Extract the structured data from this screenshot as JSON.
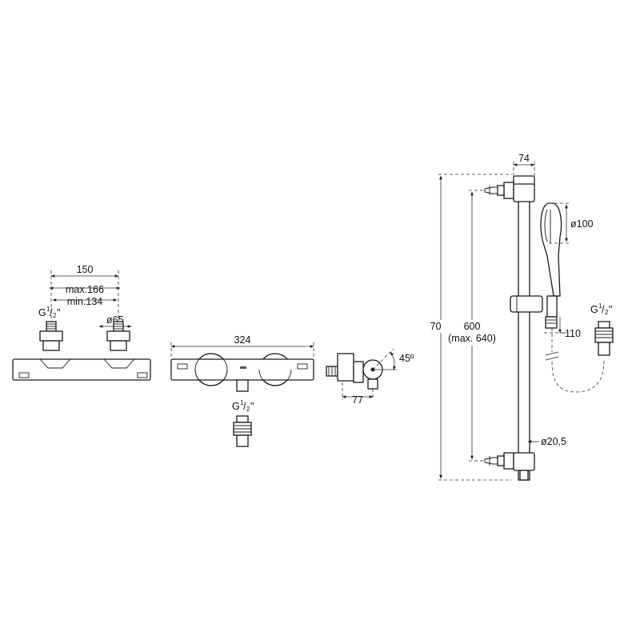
{
  "labels": {
    "mixer_spacing": "150",
    "mixer_spacing_max": "max.166",
    "mixer_spacing_min": "min.134",
    "thread_g": "G",
    "thread_frac_num": "1",
    "thread_frac_den": "2",
    "thread_quote": "\"",
    "knob_diameter": "ø65",
    "mixer_width": "324",
    "side_depth": "77",
    "side_angle": "45º",
    "bar_width": "74",
    "bar_height": "700",
    "bar_span": "600",
    "bar_span_max": "(max. 640)",
    "handset_diameter": "ø100",
    "handset_offset": "110",
    "bar_diameter": "ø20,5"
  }
}
